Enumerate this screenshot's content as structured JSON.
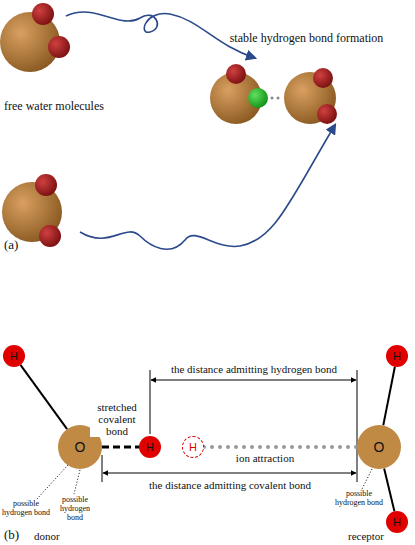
{
  "diagram": {
    "nodes": [
      {
        "text": [
          "H"
        ]
      },
      {
        "text": [
          "O"
        ]
      },
      {
        "text": [
          "H"
        ]
      },
      {
        "text": [
          "H"
        ]
      },
      {
        "text": [
          "O"
        ]
      },
      {
        "text": [
          "H"
        ]
      },
      {
        "text": [
          "H"
        ]
      }
    ],
    "edges": [
      {
        "from": 0,
        "to": 1,
        "arrow": "none"
      },
      {
        "from": 1,
        "to": 2,
        "label": "stretched covalent bond",
        "arrow": "none"
      },
      {
        "from": 3,
        "to": 4,
        "label": "ion attraction",
        "arrow": "none"
      },
      {
        "from": 4,
        "to": 5,
        "arrow": "none"
      },
      {
        "from": 4,
        "to": 6,
        "arrow": "none"
      }
    ],
    "labels": [
      "free water molecules",
      "stable hydrogen bond formation",
      "(a)",
      "the distance admitting hydrogen bond",
      "the distance admitting covalent bond",
      "possible hydrogen bond",
      "possible hydrogen bond",
      "possible hydrogen bond",
      "(b)",
      "donor",
      "receptor"
    ]
  }
}
